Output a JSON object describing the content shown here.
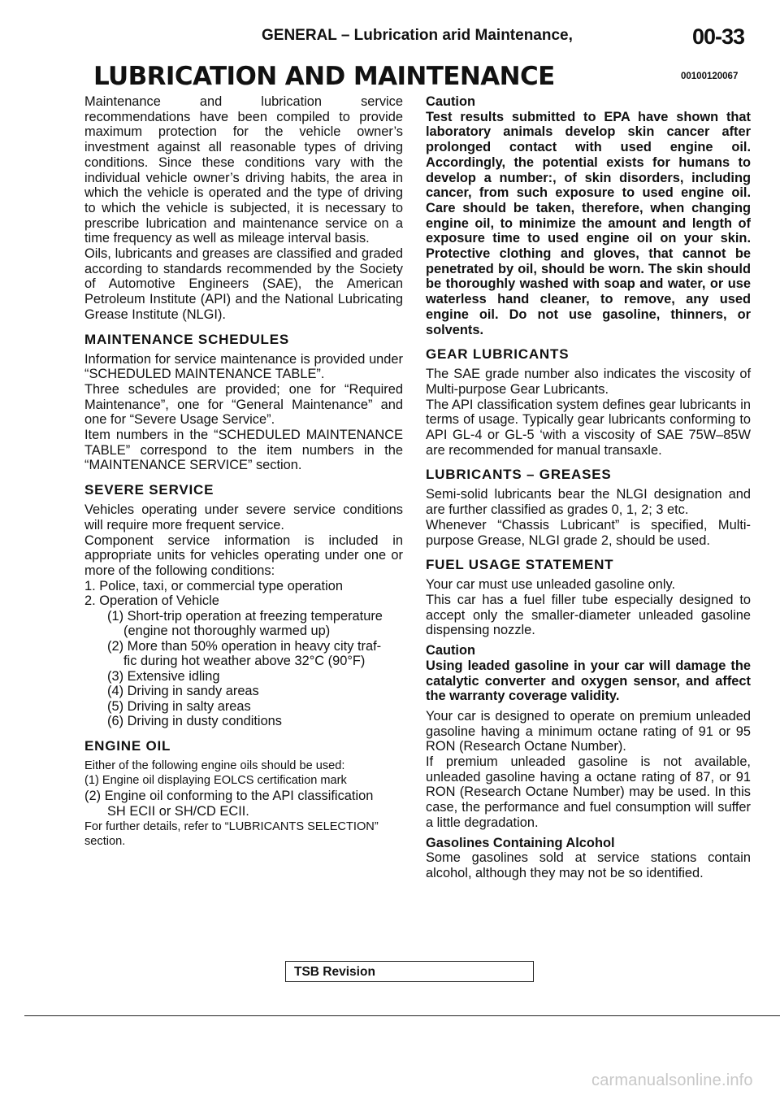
{
  "header": {
    "title": "GENERAL – Lubrication arid Maintenance,",
    "page": "00-33"
  },
  "main_title": "LUBRICATION AND MAINTENANCE",
  "doc_id": "00100120067",
  "left": {
    "intro": "Maintenance and lubrication service recommendations have been compiled to provide maximum protection for the vehicle owner’s investment against all reasonable types of driving conditions. Since these conditions vary with the individual vehicle owner’s driving habits, the area in which the vehicle is operated and the type of driving to which the vehicle is subjected, it is necessary to prescribe lubrication and maintenance service on a time frequency as well as mileage interval basis.",
    "oils": "Oils, lubricants and greases are classified and graded according to standards recommended by the Society of Automotive Engineers (SAE), the American Petroleum Institute (API) and the National Lubricating Grease Institute (NLGI).",
    "h_schedules": "MAINTENANCE SCHEDULES",
    "schedules_1": "Information for service maintenance is provided under “SCHEDULED MAINTENANCE TABLE”.",
    "schedules_2": "Three schedules are provided; one for “Required Maintenance”, one for “General Maintenance” and one for “Severe Usage Service”.",
    "schedules_3": "Item numbers in the “SCHEDULED MAINTENANCE TABLE” correspond to the item numbers in the “MAINTENANCE SERVICE” section.",
    "h_severe": "SEVERE SERVICE",
    "severe_1": "Vehicles operating under severe service conditions will require more frequent service.",
    "severe_2": "Component service information is included in appropriate units for vehicles operating under one or more of the following conditions:",
    "cond_1": "1. Police, taxi, or commercial type operation",
    "cond_2": "2. Operation of Vehicle",
    "cond_2_1a": "(1) Short-trip operation at freezing temperature",
    "cond_2_1b": "(engine not thoroughly warmed up)",
    "cond_2_2a": "(2) More than 50% operation in heavy city traf-",
    "cond_2_2b": "fic during hot weather above 32°C (90°F)",
    "cond_2_3": "(3) Extensive idling",
    "cond_2_4": "(4) Driving in sandy areas",
    "cond_2_5": "(5) Driving in salty areas",
    "cond_2_6": "(6) Driving in dusty conditions",
    "h_engine_oil": "ENGINE OIL",
    "eo_1": "Either of the following engine oils should be used:",
    "eo_2": "(1) Engine oil displaying EOLCS certification mark",
    "eo_3": "(2) Engine oil conforming to the API classification",
    "eo_4": "SH ECII or SH/CD ECII.",
    "eo_5": "For further details, refer to “LUBRICANTS SELECTION” section."
  },
  "right": {
    "caution_label": "Caution",
    "caution_text": "Test results submitted to EPA have shown that laboratory animals develop skin cancer after prolonged contact with used engine oil. Accordingly, the potential exists for humans to develop a number:, of skin disorders, including cancer, from such exposure to used engine oil. Care should be taken, therefore, when changing engine oil, to minimize the amount and length of exposure time to used engine oil on your skin. Protective clothing and gloves, that cannot be penetrated by oil, should be worn. The skin should be thoroughly washed with soap and water, or use waterless hand cleaner, to remove, any used engine oil. Do not use gasoline, thinners, or solvents.",
    "h_gear": "GEAR LUBRICANTS",
    "gear_1": "The SAE grade number also indicates the viscosity of Multi-purpose Gear Lubricants.",
    "gear_2": "The API classification system defines gear lubricants in terms of usage. Typically gear lubricants conforming to API GL-4 or GL-5 ‘with a viscosity of SAE 75W–85W are recommended for manual transaxle.",
    "h_greases": "LUBRICANTS – GREASES",
    "grease_1": "Semi-solid lubricants bear the NLGI designation and are further classified as grades 0, 1, 2; 3 etc.",
    "grease_2": "Whenever “Chassis Lubricant” is specified, Multi-purpose Grease, NLGI grade 2, should be used.",
    "h_fuel": "FUEL USAGE STATEMENT",
    "fuel_1": "Your car must use unleaded gasoline only.",
    "fuel_2": "This car has a fuel filler tube especially designed to accept only the smaller-diameter unleaded gasoline dispensing nozzle.",
    "caution2_label": "Caution",
    "caution2_text": "Using leaded gasoline in your car will damage the catalytic converter and oxygen sensor, and affect the warranty coverage validity.",
    "fuel_3": "Your car is designed to operate on premium unleaded gasoline having a minimum octane rating of 91 or 95 RON (Research Octane Number).",
    "fuel_4": "If premium unleaded gasoline is not available, unleaded gasoline having a octane rating of 87, or 91 RON (Research Octane Number) may be used. In this case, the performance and fuel consumption will suffer a little degradation.",
    "alcohol_label": "Gasolines Containing Alcohol",
    "alcohol_text": "Some gasolines sold at service stations contain alcohol, although they may not be so identified."
  },
  "footer": {
    "tsb_label": "TSB Revision"
  },
  "watermark": "carmanualsonline.info"
}
